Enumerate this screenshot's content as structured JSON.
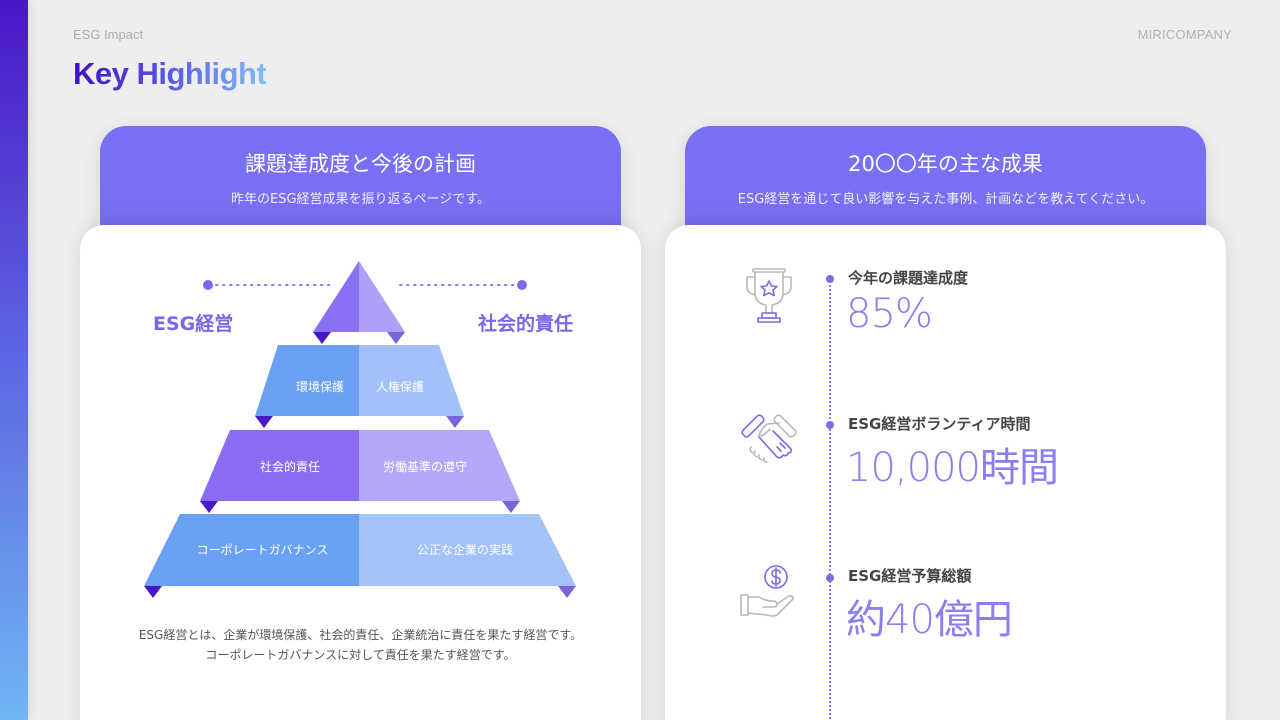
{
  "header": {
    "kicker": "ESG Impact",
    "title": "Key Highlight",
    "brand": "MIRICOMPANY"
  },
  "left_card": {
    "title": "課題達成度と今後の計画",
    "subtitle": "昨年のESG経営成果を振り返るページです。",
    "pyramid": {
      "left_label": "ESG経営",
      "right_label": "社会的責任",
      "tiers": [
        {
          "left": "環境保護",
          "right": "人権保護"
        },
        {
          "left": "社会的責任",
          "right": "労働基準の遵守"
        },
        {
          "left": "コーポレートガバナンス",
          "right": "公正な企業の実践"
        }
      ]
    },
    "description_line1": "ESG経営とは、企業が環境保護、社会的責任、企業統治に責任を果たす経営です。",
    "description_line2": "コーポレートガバナンスに対して責任を果たす経営です。"
  },
  "right_card": {
    "title": "20〇〇年の主な成果",
    "subtitle": "ESG経営を通じて良い影響を与えた事例、計画などを教えてください。",
    "stats": [
      {
        "icon": "trophy-icon",
        "label": "今年の課題達成度",
        "value": "85%"
      },
      {
        "icon": "handshake-icon",
        "label": "ESG経営ボランティア時間",
        "value": "10,000時間"
      },
      {
        "icon": "hand-dollar-icon",
        "label": "ESG経営予算総額",
        "value": "約40億円"
      }
    ]
  },
  "colors": {
    "accent": "#7a70f6",
    "accent_dark": "#4a17c6",
    "blue": "#6aa2f3",
    "light_blue": "#a3c2f8",
    "purple": "#8a6cf3",
    "light_purple": "#b3a7f8",
    "background": "#efeeef"
  }
}
